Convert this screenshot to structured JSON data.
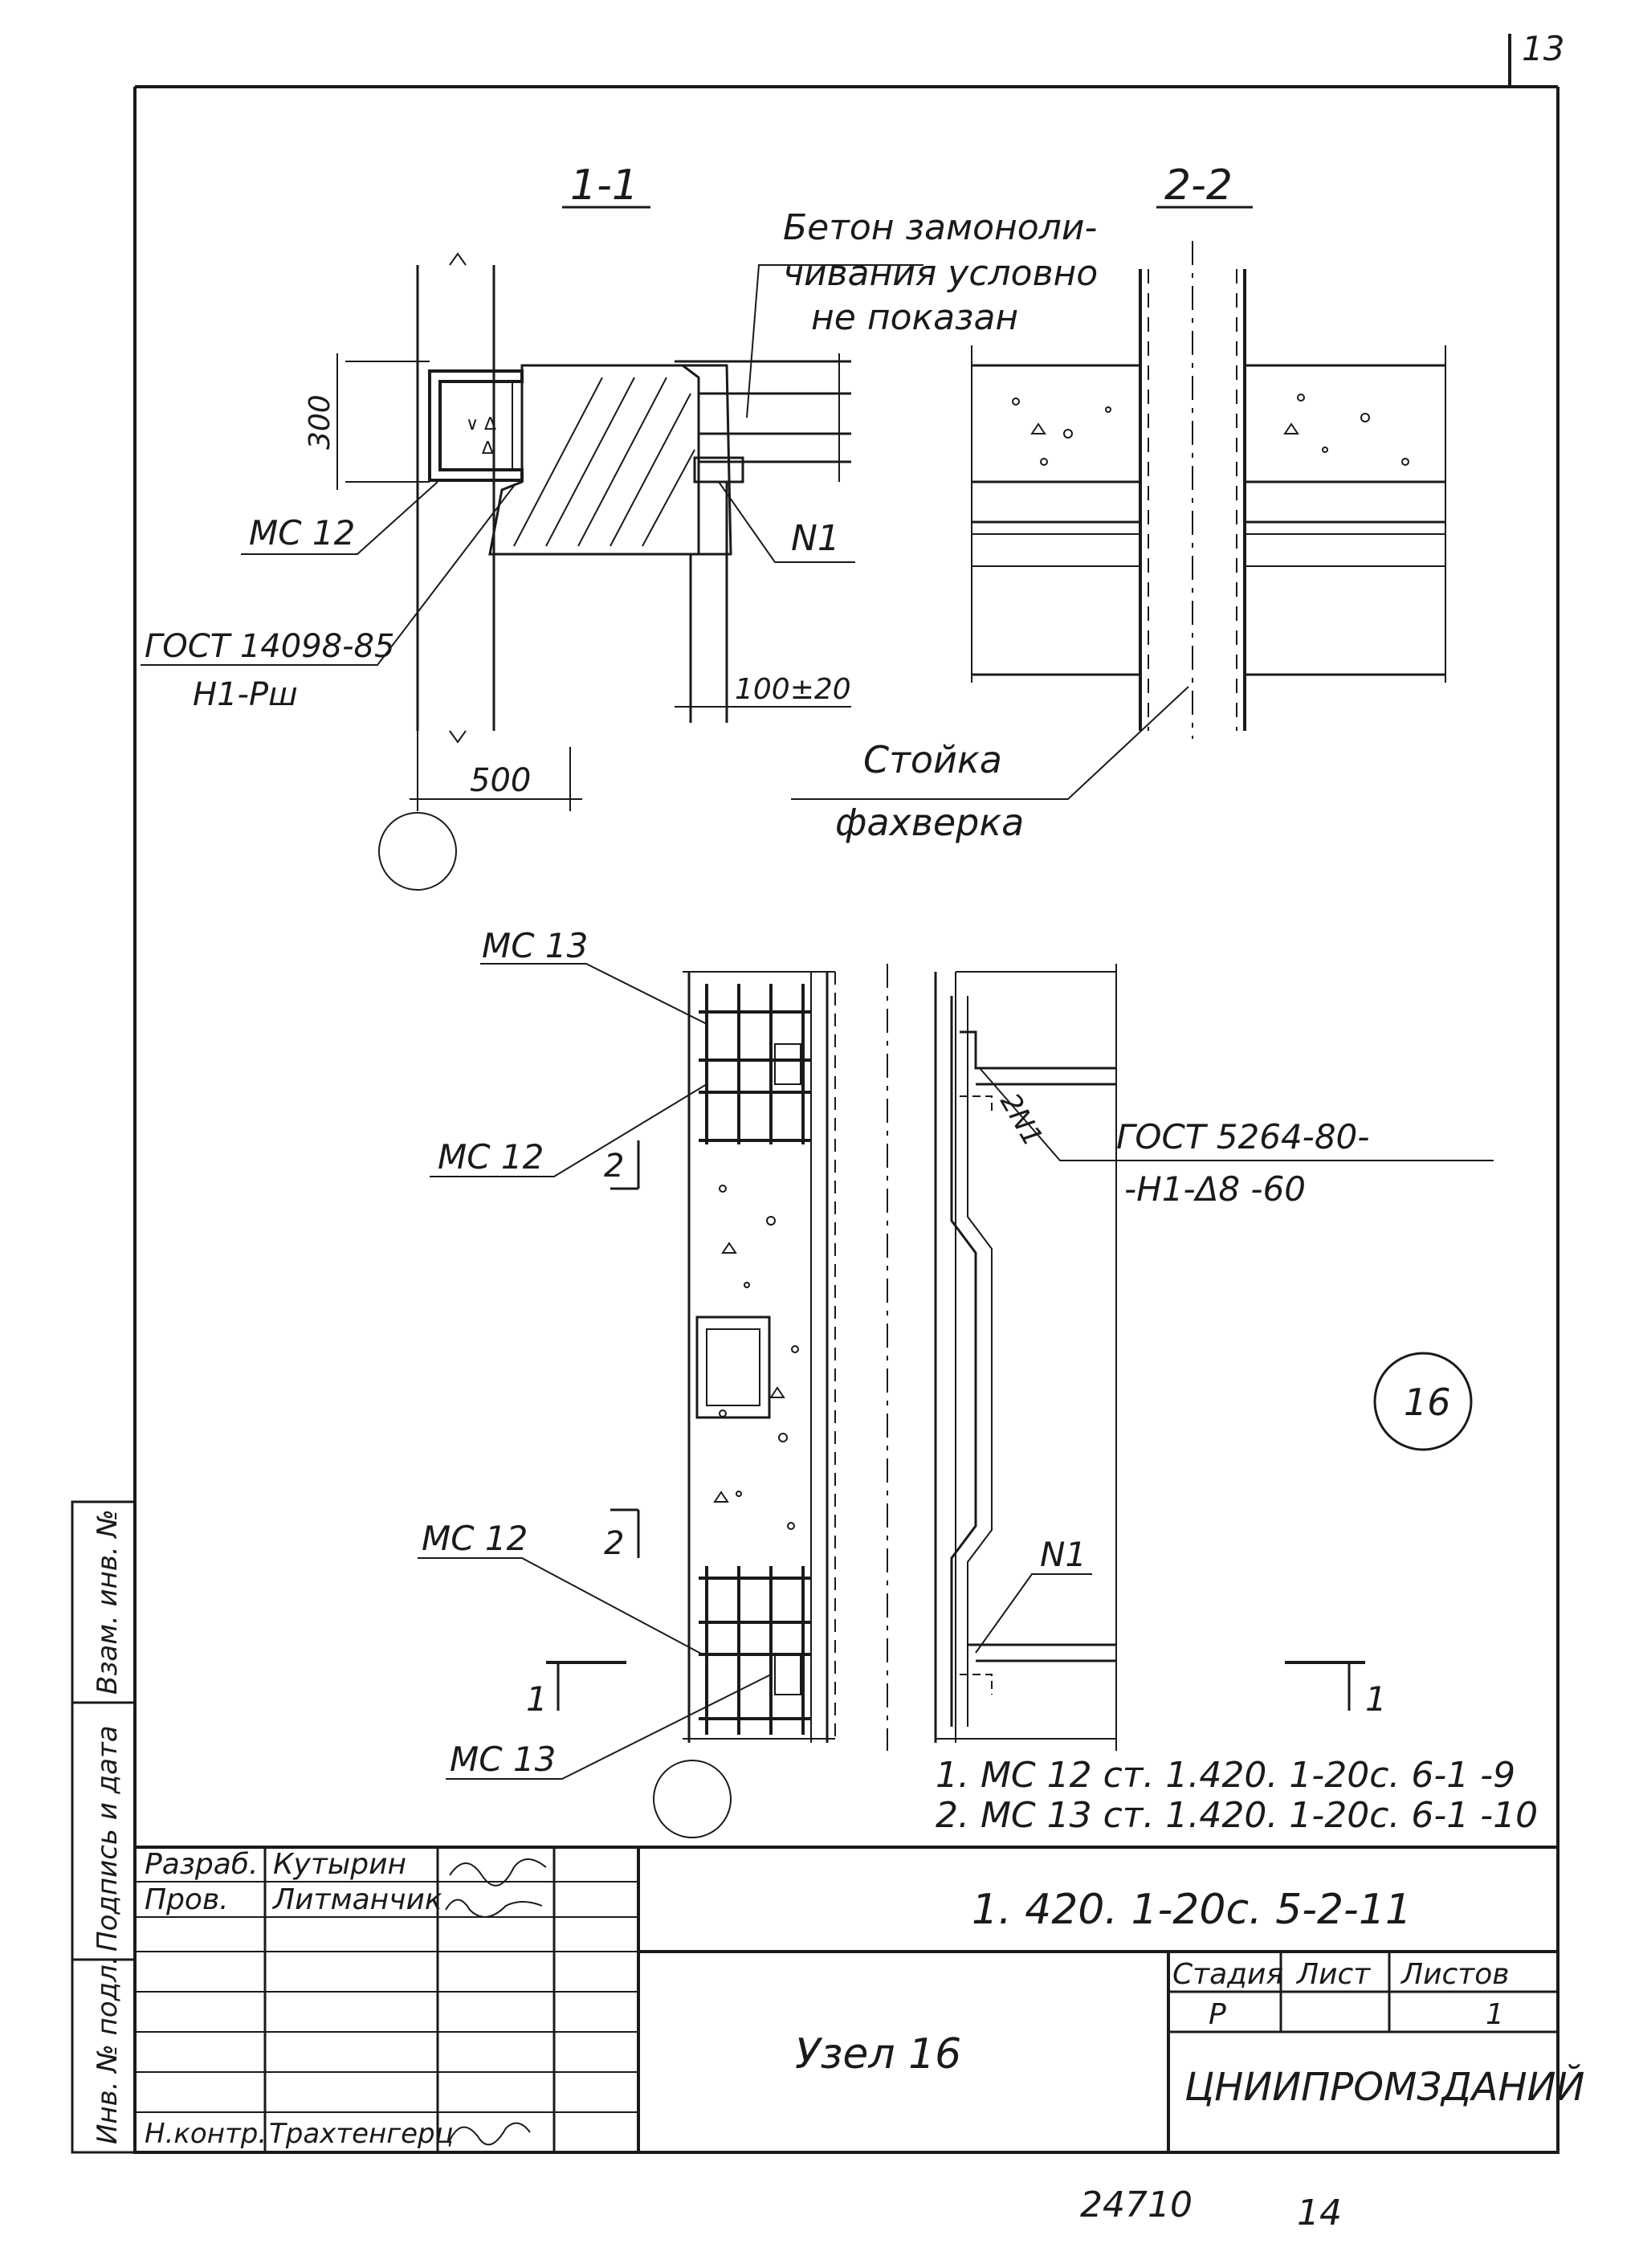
{
  "sheet": {
    "page_number": "13",
    "bottom_code": "24710",
    "bottom_copy": "14"
  },
  "section_1_1": {
    "label": "1-1",
    "note_line1": "Бетон замоноли-",
    "note_line2": "чивания условно",
    "note_line3": "не показан",
    "dim_height": "300",
    "dim_width": "500",
    "dim_gap": "100±20",
    "label_mc12": "МС 12",
    "gost_line1": "ГОСТ 14098-85",
    "gost_line2": "Н1-Рш",
    "label_n1": "N1"
  },
  "section_2_2": {
    "label": "2-2",
    "post_line1": "Стойка",
    "post_line2": "фахверка"
  },
  "elevation": {
    "label_mc13_top": "МС 13",
    "label_mc12_top": "МС 12",
    "label_mc12_bottom": "МС 12",
    "label_mc13_bottom": "МС 13",
    "cut2_top": "2",
    "cut2_bottom": "2",
    "cut1_left": "1",
    "cut1_right": "1",
    "weld_2n1": "2N1",
    "gost_line1": "ГОСТ 5264-80-",
    "gost_line2": "-Н1-Δ8   -60",
    "label_n1": "N1",
    "node_number": "16"
  },
  "notes": [
    "1. МС 12 ст. 1.420. 1-20с. 6-1   -9",
    "2. МС 13 ст. 1.420. 1-20с. 6-1   -10"
  ],
  "title_block": {
    "designation": "1. 420. 1-20с.  5-2-11",
    "title": "Узел  16",
    "organization": "ЦНИИПРОМЗДАНИЙ",
    "stage_header": "Стадия",
    "sheet_header": "Лист",
    "sheets_header": "Листов",
    "stage_value": "Р",
    "sheet_value": "1",
    "roles": [
      {
        "role": "Разраб.",
        "name": "Кутырин"
      },
      {
        "role": "Пров.",
        "name": "Литманчик"
      },
      {
        "role": "",
        "name": ""
      },
      {
        "role": "",
        "name": ""
      },
      {
        "role": "",
        "name": ""
      },
      {
        "role": "",
        "name": ""
      },
      {
        "role": "Н.контр.",
        "name": "Трахтенгерц"
      }
    ]
  },
  "side_stamp": {
    "field1": "Инв. № подл.",
    "field2": "Подпись и дата",
    "field3": "Взам. инв. №"
  }
}
